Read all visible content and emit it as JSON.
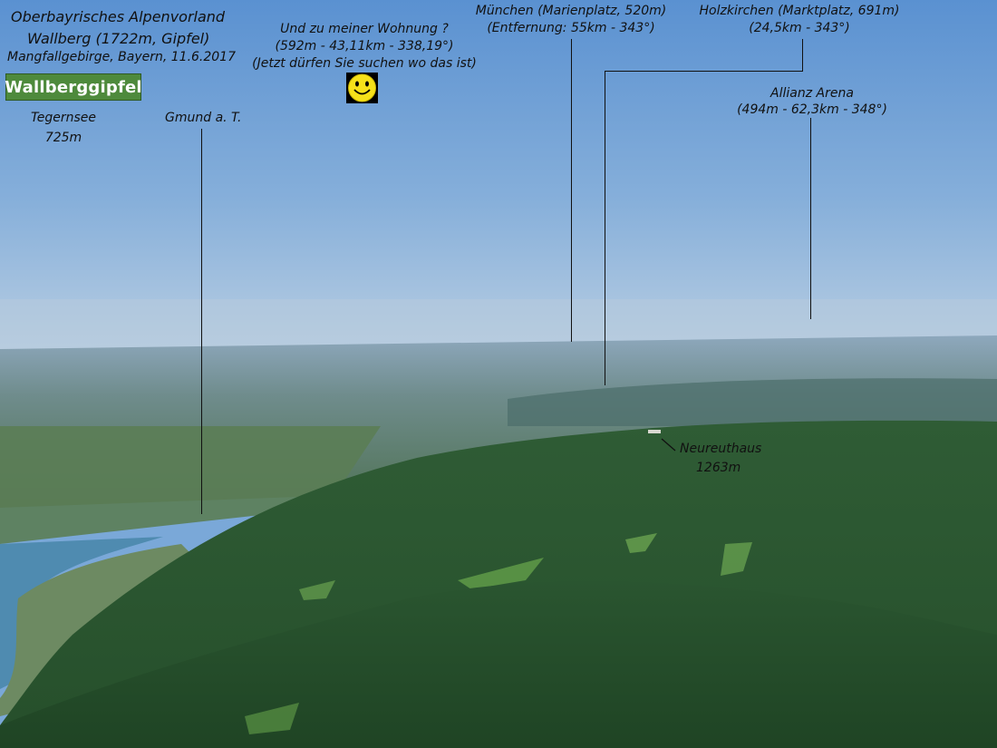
{
  "header": {
    "title": "Oberbayrisches Alpenvorland",
    "line2": "Wallberg (1722m, Gipfel)",
    "line3": "Mangfallgebirge, Bayern, 11.6.2017",
    "badge": "Wallberggipfel"
  },
  "labels": {
    "tegernsee_name": "Tegernsee",
    "tegernsee_alt": "725m",
    "gmund": "Gmund a. T.",
    "wohnung_q": "Und zu meiner Wohnung ?",
    "wohnung_data": "(592m - 43,11km - 338,19°)",
    "wohnung_hint": "(Jetzt dürfen Sie suchen wo das ist)",
    "muenchen_name": "München (Marienplatz, 520m)",
    "muenchen_data": "(Entfernung: 55km - 343°)",
    "holzkirchen_name": "Holzkirchen (Marktplatz, 691m)",
    "holzkirchen_data": "(24,5km - 343°)",
    "allianz_name": "Allianz Arena",
    "allianz_data": "(494m - 62,3km - 348°)",
    "neureuthaus_name": "Neureuthaus",
    "neureuthaus_alt": "1263m"
  },
  "colors": {
    "sky_top": "#5d93d2",
    "sky_horizon": "#b9cfe2",
    "forest": "#2c5a2e",
    "lake": "#4f8bb0",
    "badge": "#4e8a3c",
    "smiley": "#f6e11a"
  }
}
